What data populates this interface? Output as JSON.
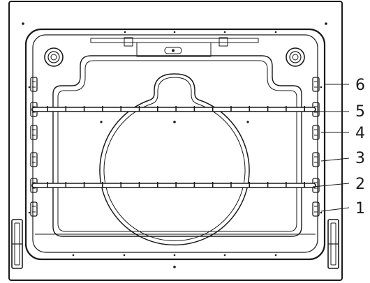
{
  "oven": {
    "shelf_levels": [
      {
        "number": "6",
        "label": "6"
      },
      {
        "number": "5",
        "label": "5"
      },
      {
        "number": "4",
        "label": "4"
      },
      {
        "number": "3",
        "label": "3"
      },
      {
        "number": "2",
        "label": "2"
      },
      {
        "number": "1",
        "label": "1"
      }
    ],
    "racks_installed_at_levels": [
      "5",
      "2"
    ],
    "colors": {
      "line": "#1a1a1a",
      "background": "#ffffff"
    }
  }
}
